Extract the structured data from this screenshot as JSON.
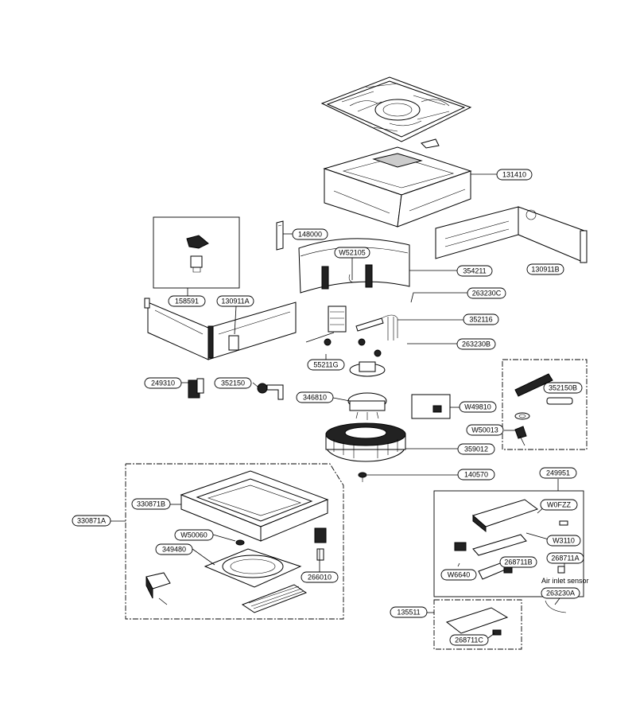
{
  "labels": {
    "p131410": "131410",
    "p148000": "148000",
    "pW52105": "W52105",
    "p354211": "354211",
    "p130911B": "130911B",
    "p158591": "158591",
    "p130911A": "130911A",
    "p263230C": "263230C",
    "p352116": "352116",
    "p263230B": "263230B",
    "p55211G": "55211G",
    "p249310": "249310",
    "p352150": "352150",
    "p346810": "346810",
    "p352150B": "352150B",
    "pW49810": "W49810",
    "pW50013": "W50013",
    "p359012": "359012",
    "p140570": "140570",
    "p249951": "249951",
    "p330871B": "330871B",
    "p330871A": "330871A",
    "pW0FZZ": "W0FZZ",
    "pW50060": "W50060",
    "p349480": "349480",
    "pW3110": "W3110",
    "p268711A": "268711A",
    "p266010": "266010",
    "pW6640": "W6640",
    "p268711B": "268711B",
    "p263230A": "263230A",
    "p135511": "135511",
    "p268711C": "268711C",
    "air_inlet_sensor": "Air inlet sensor"
  }
}
